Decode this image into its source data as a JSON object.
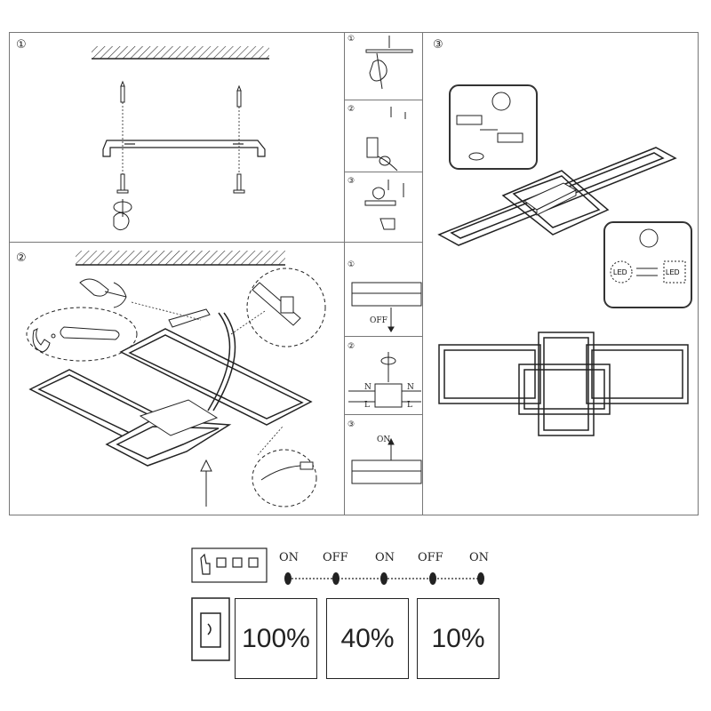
{
  "steps": {
    "step1": "①",
    "step2": "②",
    "step3": "③",
    "sub_a1": "①",
    "sub_a2": "②",
    "sub_a3": "③",
    "sub_b1": "①",
    "sub_b2": "②",
    "sub_b3": "③"
  },
  "wiring": {
    "off_label": "OFF",
    "on_label": "ON",
    "n_label": "N",
    "l_label": "L"
  },
  "led": {
    "led_left": "LED",
    "led_right": "LED"
  },
  "switch_sequence": {
    "states": [
      "ON",
      "OFF",
      "ON",
      "OFF",
      "ON"
    ]
  },
  "brightness": {
    "levels": [
      "100%",
      "40%",
      "10%"
    ]
  }
}
